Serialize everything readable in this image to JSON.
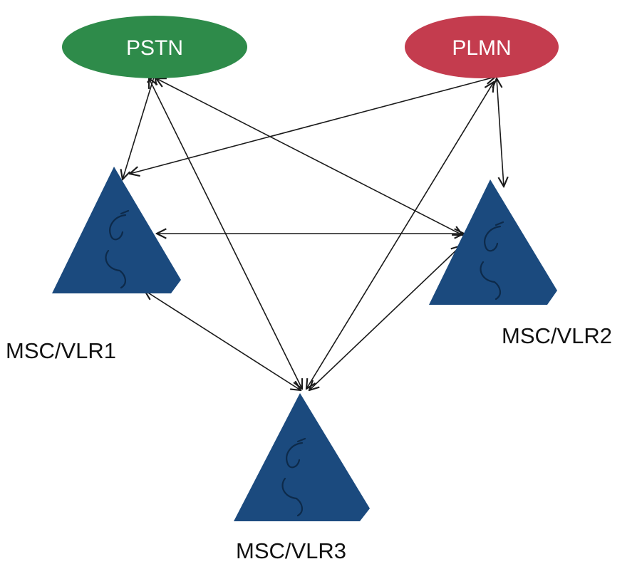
{
  "nodes": {
    "pstn": {
      "label": "PSTN",
      "color": "#2e8b4a"
    },
    "plmn": {
      "label": "PLMN",
      "color": "#c43c4e"
    },
    "msc1": {
      "label": "MSC/VLR1",
      "color": "#1b4a7e"
    },
    "msc2": {
      "label": "MSC/VLR2",
      "color": "#1b4a7e"
    },
    "msc3": {
      "label": "MSC/VLR3",
      "color": "#1b4a7e"
    }
  },
  "links": [
    [
      "pstn",
      "msc1"
    ],
    [
      "pstn",
      "msc2"
    ],
    [
      "pstn",
      "msc3"
    ],
    [
      "plmn",
      "msc1"
    ],
    [
      "plmn",
      "msc2"
    ],
    [
      "plmn",
      "msc3"
    ],
    [
      "msc1",
      "msc2"
    ],
    [
      "msc1",
      "msc3"
    ],
    [
      "msc2",
      "msc3"
    ]
  ],
  "link_style": "bidirectional-arrow"
}
